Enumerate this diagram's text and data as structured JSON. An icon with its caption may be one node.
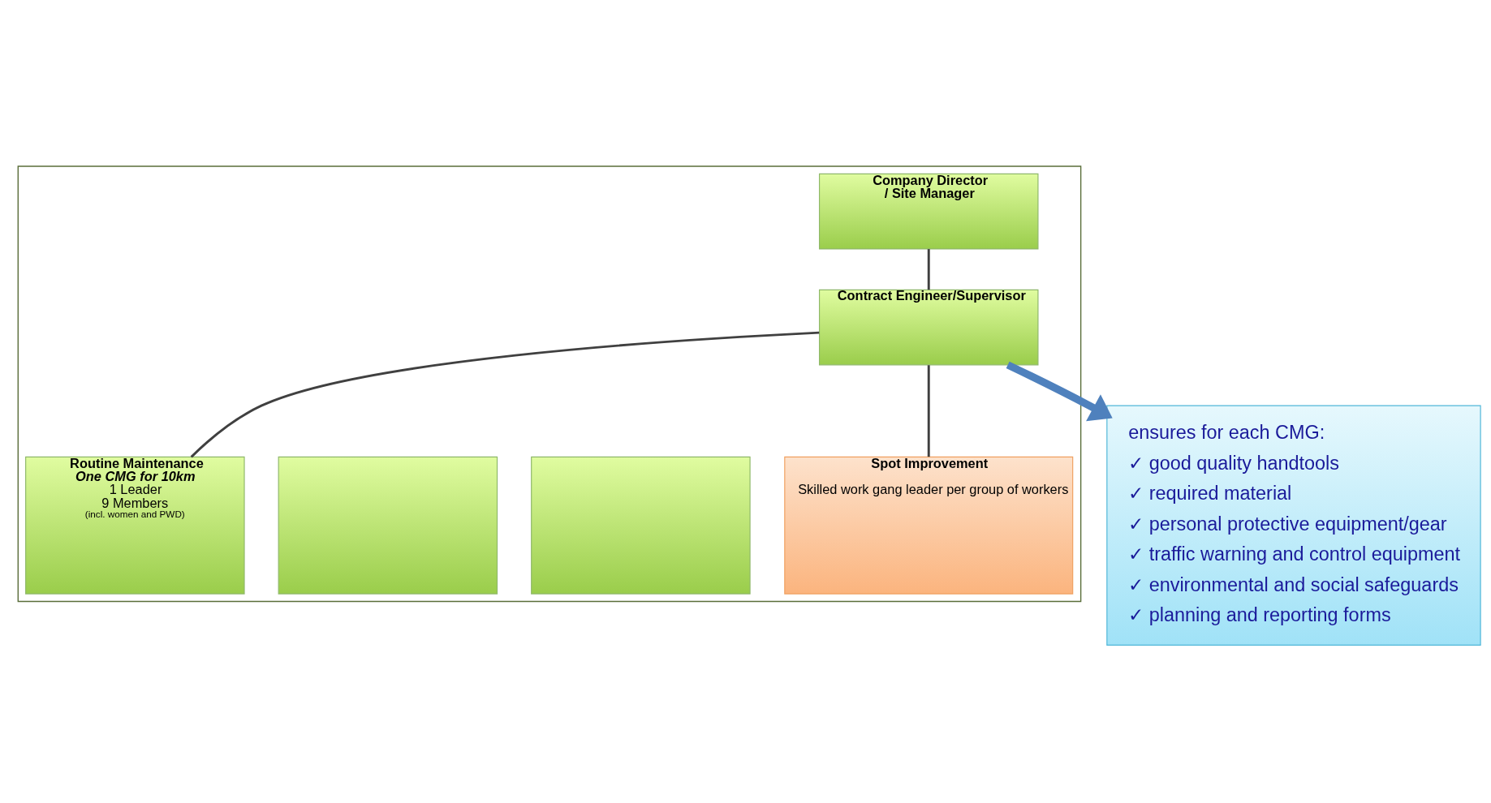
{
  "diagram": {
    "nodes": [
      {
        "text": [],
        "shape": "box"
      },
      {
        "text": [
          "Company Director / Site Manager"
        ],
        "in": 0
      },
      {
        "text": [
          "Contract Engineer/Supervisor"
        ],
        "in": 0
      },
      {
        "text": [
          "Routine Maintenance",
          "One CMG for 10km",
          "1 Leader",
          "9 Members",
          "(incl. women and PWD)"
        ],
        "in": 0
      },
      {
        "text": [],
        "shape": "box",
        "in": 0
      },
      {
        "text": [],
        "shape": "box",
        "in": 0
      },
      {
        "text": [
          "Spot Improvement",
          "Skilled work gang leader per group of workers"
        ],
        "in": 0
      },
      {
        "text": [
          "ensures for each CMG:",
          "✓ good quality handtools",
          "✓ required material",
          "✓ personal protective equipment/gear",
          "✓ traffic warning and control equipment",
          "✓ environmental and social safeguards",
          "✓ planning and reporting forms"
        ]
      }
    ],
    "edges": [
      {
        "from": 1,
        "to": 2,
        "arrow": "none"
      },
      {
        "from": 2,
        "to": 3,
        "arrow": "none"
      },
      {
        "from": 2,
        "to": 6,
        "arrow": "none"
      },
      {
        "from": 2,
        "to": 7,
        "arrow": "to",
        "style": "thick",
        "color": "#4f81bd"
      }
    ]
  }
}
